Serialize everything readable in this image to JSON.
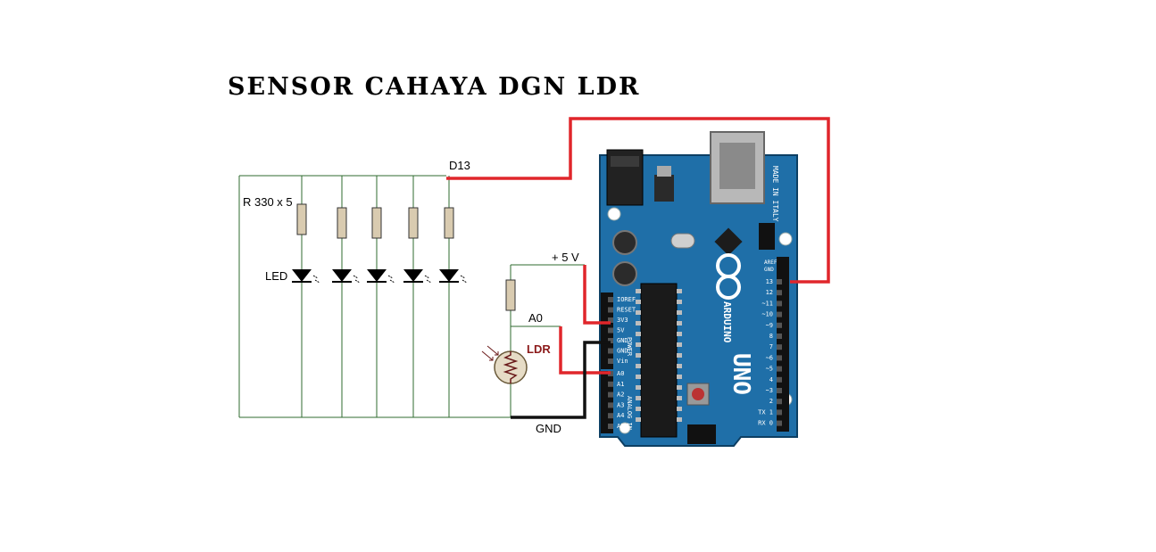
{
  "title": "SENSOR CAHAYA DGN LDR",
  "labels": {
    "d13": "D13",
    "resistors": "R 330 x 5",
    "led": "LED",
    "plus5v": "+ 5 V",
    "a0": "A0",
    "ldr": "LDR",
    "gnd": "GND"
  },
  "board": {
    "uno": "UNO",
    "brand": "ARDUINO",
    "made_in": "MADE IN ITALY",
    "power": "POWER",
    "analog_in": "ANALOG IN",
    "aref": "AREF",
    "gnd_pin": "GND",
    "digital_pins": [
      "13",
      "12",
      "~11",
      "~10",
      "~9",
      "8",
      "7",
      "~6",
      "~5",
      "4",
      "~3",
      "2",
      "TX 1",
      "RX 0"
    ],
    "power_pins": [
      "IOREF",
      "RESET",
      "3V3",
      "5V",
      "GND",
      "GND",
      "Vin"
    ],
    "analog_pins": [
      "A0",
      "A1",
      "A2",
      "A3",
      "A4",
      "A5"
    ]
  },
  "colors": {
    "wire_green": "#2f6b2f",
    "wire_red": "#e0262b",
    "wire_black": "#111111",
    "resistor_fill": "#d9cbb0",
    "board_blue": "#1f6fa8",
    "ldr_label": "#8b1a1a"
  }
}
